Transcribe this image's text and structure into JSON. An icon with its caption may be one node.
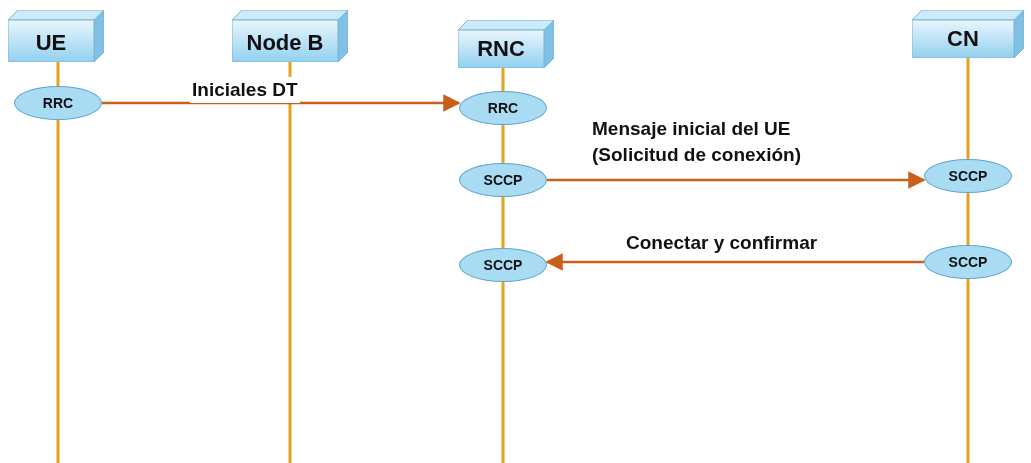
{
  "diagram": {
    "nodes": [
      {
        "text": [
          "UE"
        ]
      },
      {
        "text": [
          "Node B"
        ]
      },
      {
        "text": [
          "RNC"
        ]
      },
      {
        "text": [
          "CN"
        ]
      },
      {
        "text": [
          "RRC"
        ]
      },
      {
        "text": [
          "RRC"
        ]
      },
      {
        "text": [
          "SCCP"
        ]
      },
      {
        "text": [
          "SCCP"
        ]
      },
      {
        "text": [
          "SCCP"
        ]
      },
      {
        "text": [
          "SCCP"
        ]
      }
    ],
    "edges": [
      {
        "from": 4,
        "to": 5,
        "arrow": "to",
        "label": "Iniciales DT"
      },
      {
        "from": 6,
        "to": 7,
        "arrow": "to",
        "label": "Mensaje inicial del UE (Solicitud de conexión)"
      },
      {
        "from": 9,
        "to": 8,
        "arrow": "to",
        "label": "Conectar y confirmar"
      }
    ]
  }
}
